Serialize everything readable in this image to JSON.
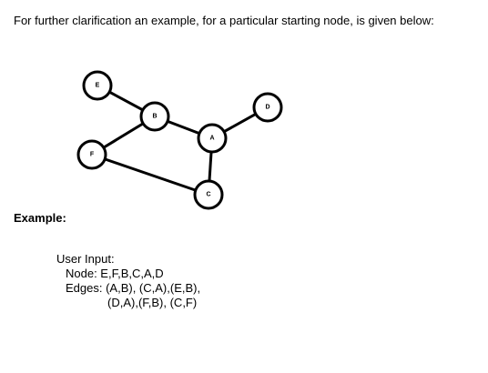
{
  "intro_text": "For further clarification an example, for a particular starting node, is given below:",
  "graph": {
    "nodes": [
      {
        "id": "E",
        "label": "E"
      },
      {
        "id": "B",
        "label": "B"
      },
      {
        "id": "D",
        "label": "D"
      },
      {
        "id": "A",
        "label": "A"
      },
      {
        "id": "F",
        "label": "F"
      },
      {
        "id": "C",
        "label": "C"
      }
    ],
    "edges": [
      [
        "E",
        "B"
      ],
      [
        "B",
        "A"
      ],
      [
        "A",
        "D"
      ],
      [
        "A",
        "C"
      ],
      [
        "F",
        "B"
      ],
      [
        "F",
        "C"
      ]
    ]
  },
  "example_heading": "Example:",
  "user_input": {
    "title": "User Input:",
    "nodes_line": "Node: E,F,B,C,A,D",
    "edges_line_1": "Edges: (A,B), (C,A),(E,B),",
    "edges_line_2": "(D,A),(F,B), (C,F)"
  }
}
